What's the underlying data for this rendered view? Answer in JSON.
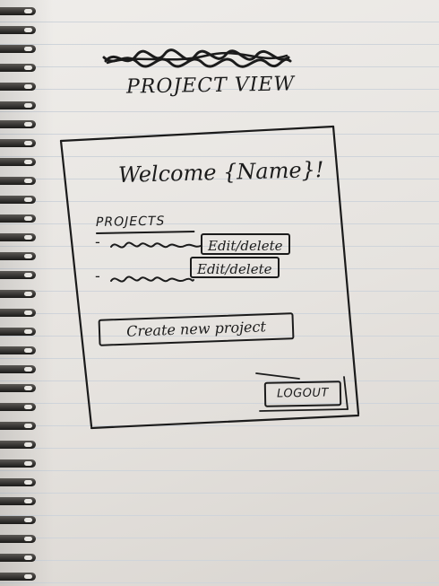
{
  "page_title": "PROJECT VIEW",
  "welcome": {
    "text": "Welcome {Name}!"
  },
  "projects": {
    "heading": "PROJECTS",
    "items": [
      {
        "bullet": "-",
        "edit_delete_label": "Edit/delete"
      },
      {
        "bullet": "-",
        "edit_delete_label": "Edit/delete"
      }
    ]
  },
  "create_project_label": "Create new project",
  "logout_label": "LOGOUT"
}
